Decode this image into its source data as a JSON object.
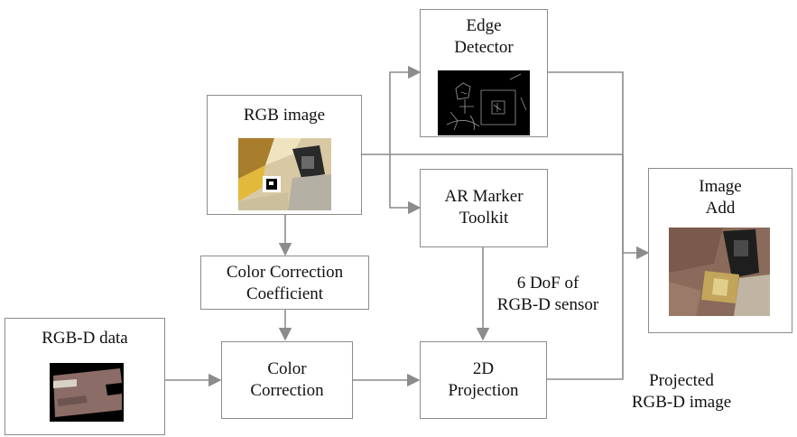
{
  "nodes": {
    "edge_detector": {
      "line1": "Edge",
      "line2": "Detector"
    },
    "rgb_image": {
      "label": "RGB image"
    },
    "ar_marker": {
      "line1": "AR Marker",
      "line2": "Toolkit"
    },
    "image_add": {
      "line1": "Image",
      "line2": "Add"
    },
    "color_coeff": {
      "line1": "Color Correction",
      "line2": "Coefficient"
    },
    "rgbd_data": {
      "label": "RGB-D data"
    },
    "color_correction": {
      "line1": "Color",
      "line2": "Correction"
    },
    "projection": {
      "line1": "2D",
      "line2": "Projection"
    }
  },
  "annotations": {
    "dof_line1": "6 DoF of",
    "dof_line2": "RGB-D sensor",
    "projected_line1": "Projected",
    "projected_line2": "RGB-D image"
  },
  "colors": {
    "line": "#8c8c8c",
    "text": "#111111"
  }
}
